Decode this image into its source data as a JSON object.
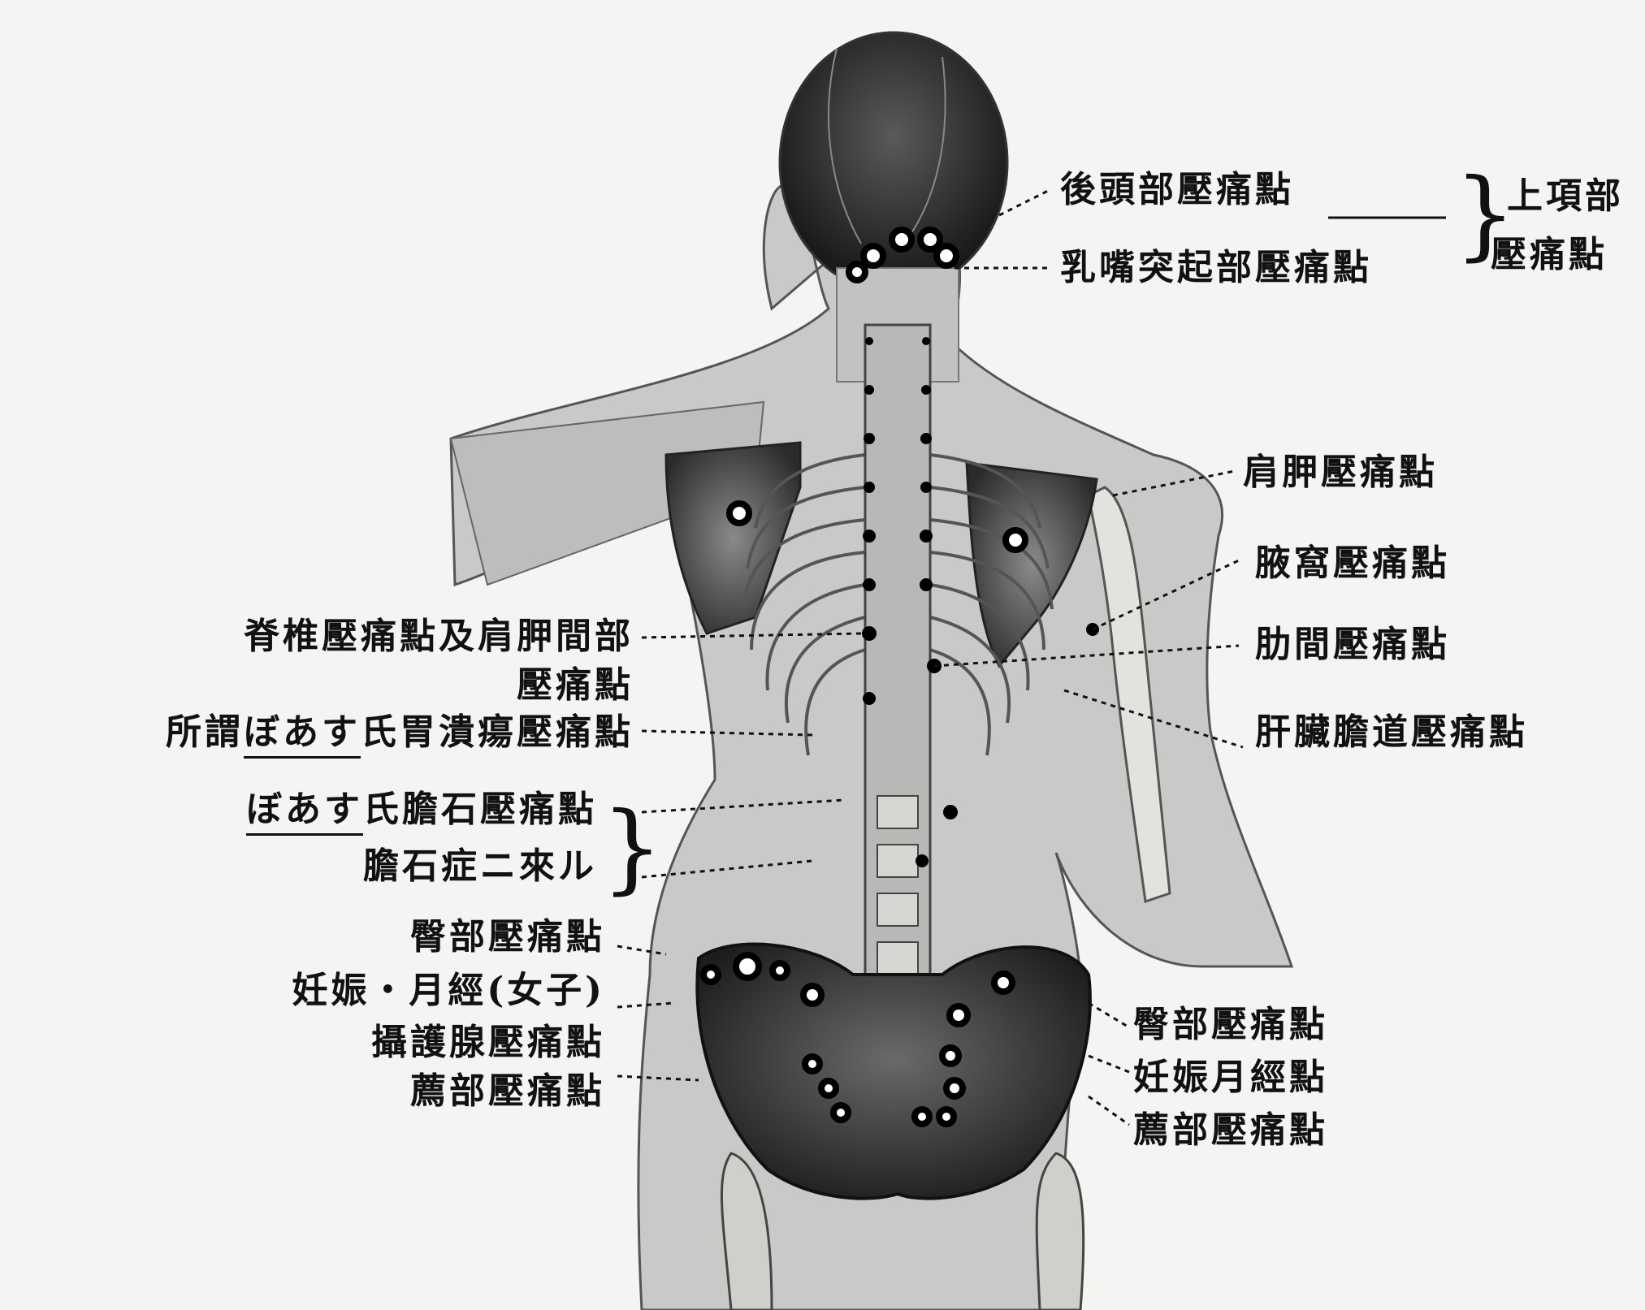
{
  "labels_right": {
    "occipital": "後頭部壓痛點",
    "mastoid": "乳嘴突起部壓痛點",
    "upper_nuchal_1": "上項部",
    "upper_nuchal_2": "壓痛點",
    "scapular": "肩胛壓痛點",
    "axillary": "腋窩壓痛點",
    "intercostal": "肋間壓痛點",
    "liver_bile": "肝臟膽道壓痛點",
    "gluteal": "臀部壓痛點",
    "pregnancy": "妊娠月經點",
    "sacral": "薦部壓痛點"
  },
  "labels_left": {
    "spinal_1": "脊椎壓痛點及肩胛間部",
    "spinal_2": "壓痛點",
    "boas_ulcer_prefix": "所謂",
    "boas_ulcer_name": "ぼあす",
    "boas_ulcer_suffix": "氏胃潰瘍壓痛點",
    "boas_gall_name": "ぼあす",
    "boas_gall_suffix": "氏膽石壓痛點",
    "gallstone": "膽石症ニ來ル",
    "gluteal": "臀部壓痛點",
    "pregnancy": "妊娠・月經(女子)",
    "prostate": "攝護腺壓痛點",
    "sacral": "薦部壓痛點"
  },
  "colors": {
    "ink": "#111111",
    "skin": "#c9c9c7",
    "bone": "#e2e2df",
    "dark": "#2a2a2a",
    "paper": "#f4f4f2"
  }
}
